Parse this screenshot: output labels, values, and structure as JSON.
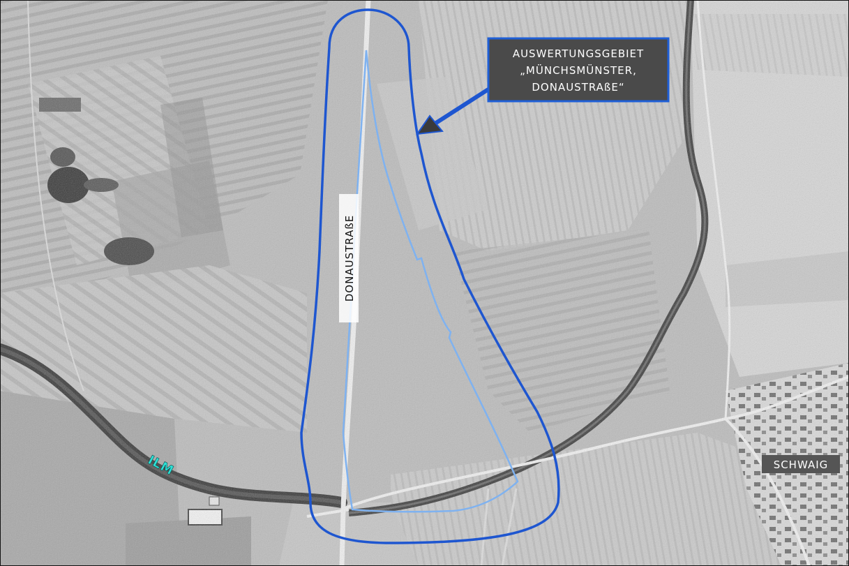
{
  "map": {
    "callout": {
      "lines": [
        "AUSWERTUNGSGEBIET",
        "„MÜNCHSMÜNSTER,",
        "DONAUSTRAßE“"
      ],
      "box_color": "#4a4a4a",
      "border_color": "#1f5fd6",
      "text_color": "#ffffff"
    },
    "road_label": "DONAUSTRAßE",
    "river_label": "ILM",
    "village_label": "SCHWAIG",
    "colors": {
      "outer_boundary": "#1e56d0",
      "inner_boundary": "#7fb2f0",
      "river_label": "#2de0d6",
      "photo_base": "#b7b7b7"
    }
  }
}
